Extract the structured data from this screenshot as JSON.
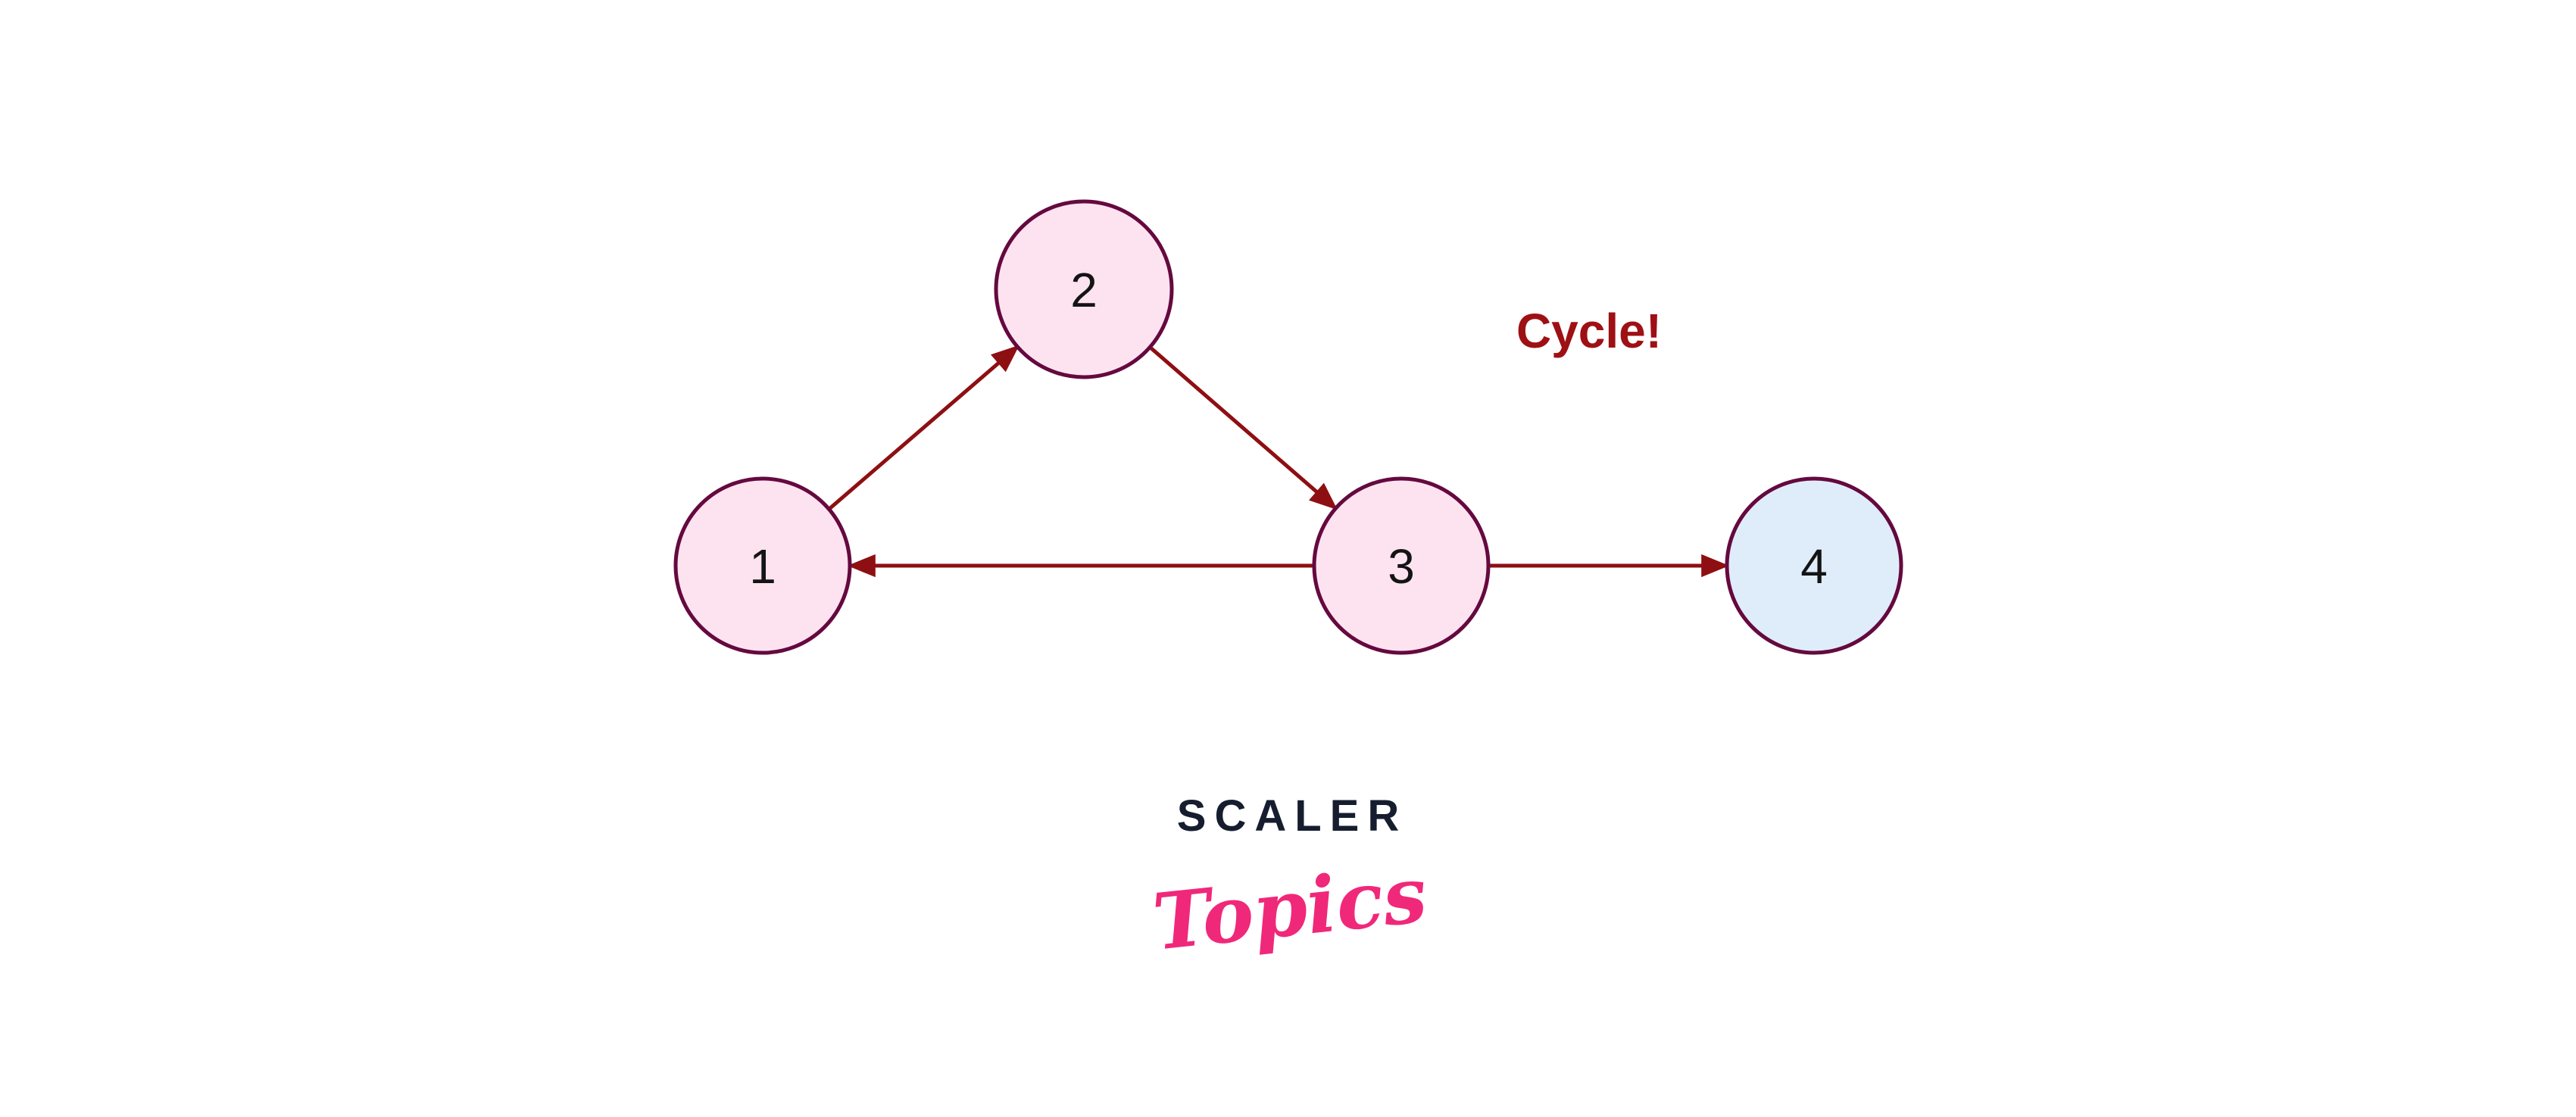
{
  "diagram": {
    "title_annotation": "Cycle!",
    "nodes": [
      {
        "id": "1",
        "label": "1",
        "fill": "#fde3f0"
      },
      {
        "id": "2",
        "label": "2",
        "fill": "#fde3f0"
      },
      {
        "id": "3",
        "label": "3",
        "fill": "#fde3f0"
      },
      {
        "id": "4",
        "label": "4",
        "fill": "#dfedfa"
      }
    ],
    "edges": [
      {
        "from": "1",
        "to": "2"
      },
      {
        "from": "2",
        "to": "3"
      },
      {
        "from": "3",
        "to": "1"
      },
      {
        "from": "3",
        "to": "4"
      }
    ],
    "colors": {
      "node_border": "#65093f",
      "node_label": "#141414",
      "edge": "#8e0f12",
      "annotation": "#9e1014",
      "background": "#ffffff"
    }
  },
  "logo": {
    "brand": "SCALER",
    "sub": "Topics",
    "brand_color": "#161d2e",
    "sub_color": "#f0287a"
  }
}
